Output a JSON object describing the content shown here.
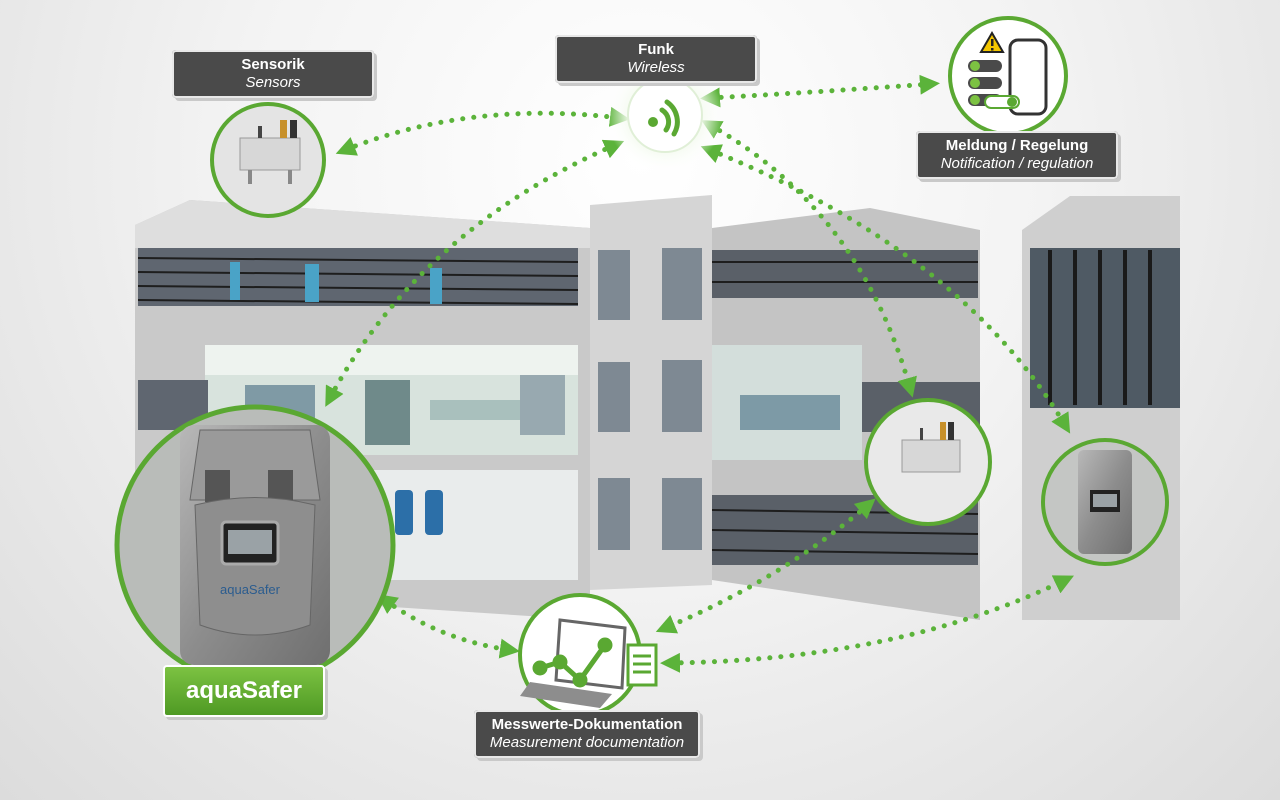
{
  "labels": {
    "sensors": {
      "line1": "Sensorik",
      "line2": "Sensors"
    },
    "wireless": {
      "line1": "Funk",
      "line2": "Wireless"
    },
    "notification": {
      "line1": "Meldung /  Regelung",
      "line2": "Notification / regulation"
    },
    "documentation": {
      "line1": "Messwerte-Dokumentation",
      "line2": "Measurement documentation"
    }
  },
  "device": {
    "brand_label": "aquaSafer",
    "device_text": "aquaSafer"
  },
  "colors": {
    "accent": "#5aa832",
    "arrow": "#5bb33a",
    "label_bg": "#4a4a4a",
    "building": "#c8c8c8"
  },
  "icons": [
    "wifi-icon",
    "warning-icon",
    "smartphone-icon",
    "chart-icon",
    "document-icon",
    "sensor-icon"
  ]
}
